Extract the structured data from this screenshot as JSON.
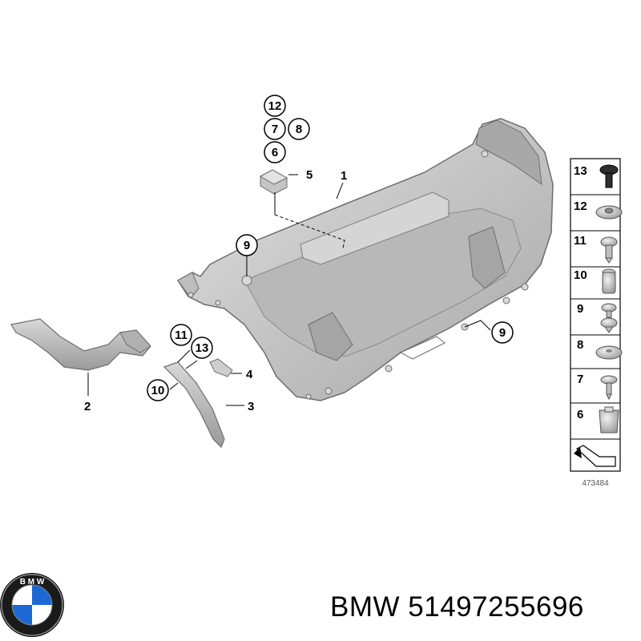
{
  "callouts": {
    "c1": "1",
    "c2": "2",
    "c3": "3",
    "c4": "4",
    "c5": "5",
    "c6": "6",
    "c7": "7",
    "c8": "8",
    "c9a": "9",
    "c9b": "9",
    "c10": "10",
    "c11": "11",
    "c12": "12",
    "c13": "13"
  },
  "legend": {
    "items": [
      "13",
      "12",
      "11",
      "10",
      "9",
      "8",
      "7",
      "6"
    ],
    "ref_code": "473484"
  },
  "footer": {
    "brand": "BMW",
    "part_number": "51497255696",
    "logo_letters": "BMW"
  },
  "colors": {
    "trim": "#c9c9c9",
    "trim_shadow": "#8f8f8f",
    "logo_blue": "#1c69d4",
    "logo_ring": "#1a1a1a"
  }
}
